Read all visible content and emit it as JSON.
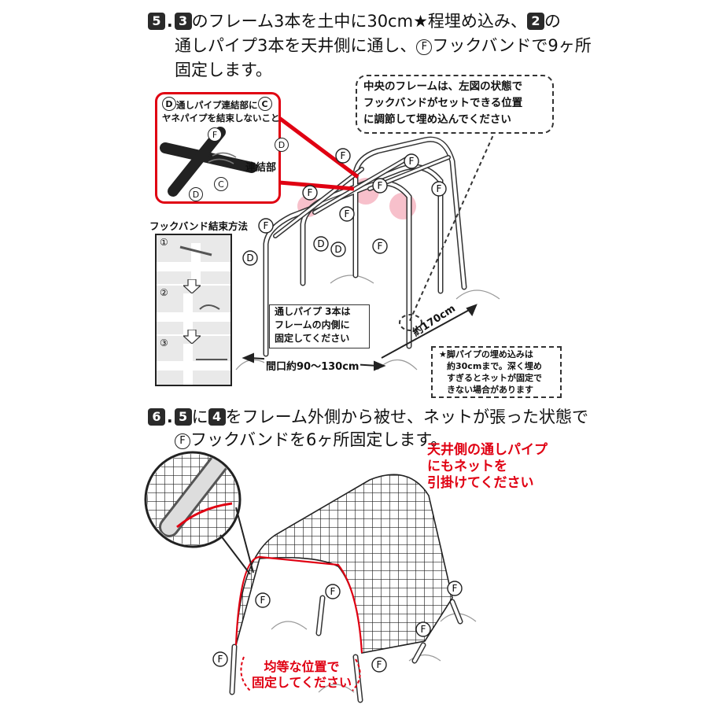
{
  "step5": {
    "num": "5",
    "sep": ".",
    "ref_badge": "3",
    "text_a": "のフレーム3本を土中に30cm★程埋め込み、",
    "ref_badge2": "2",
    "text_b": "の",
    "line2": "通しパイプ3本を天井側に通し、",
    "circle_f": "F",
    "line2b": "フックバンドで9ヶ所",
    "line3": "固定します。"
  },
  "center_note": {
    "line1": "中央のフレームは、左図の状態で",
    "line2": "フックバンドがセットできる位置",
    "line3": "に調節して埋め込んでください"
  },
  "detail_box": {
    "circle_d": "D",
    "line1": "通しパイプ連結部に",
    "circle_c": "C",
    "line2": "ヤネパイプを結束しないこと",
    "joint_label": "連結部",
    "f": "F",
    "d": "D",
    "c": "C"
  },
  "hook_method": {
    "title": "フックバンド結束方法",
    "steps": [
      "①",
      "②",
      "③"
    ]
  },
  "inner_note": {
    "line1": "通しパイプ 3本は",
    "line2": "フレームの内側に",
    "line3": "固定してください"
  },
  "width_label": "間口約90～130cm",
  "height_label": "約170cm",
  "bury_note": {
    "line1": "★脚パイプの埋め込みは",
    "line2": "約30cmまで。深く埋め",
    "line3": "すぎるとネットが固定で",
    "line4": "きない場合があります"
  },
  "step6": {
    "num": "6",
    "sep": ".",
    "ref_badge": "5",
    "text_a": "に",
    "ref_badge2": "4",
    "text_b": "をフレーム外側から被せ、ネットが張った状態で",
    "circle_f": "F",
    "line2": "フックバンドを6ヶ所固定します。"
  },
  "ceiling_note": {
    "line1": "天井側の通しパイプ",
    "line2": "にもネットを",
    "line3": "引掛けてください"
  },
  "equal_note": {
    "line1": "均等な位置で",
    "line2": "固定してください"
  },
  "labels": {
    "F": "F",
    "D": "D"
  },
  "colors": {
    "accent_red": "#e00012",
    "badge": "#2a2a2a",
    "highlight_pink": "#f6b6c2"
  }
}
